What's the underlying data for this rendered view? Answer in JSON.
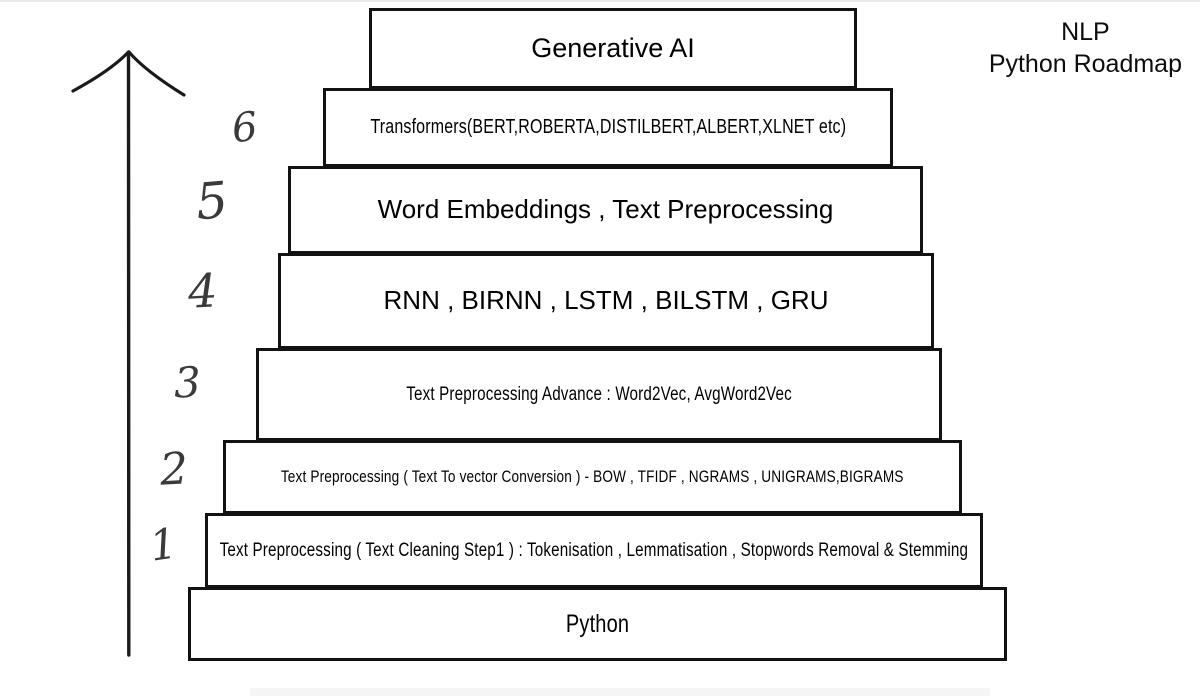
{
  "heading": {
    "line1": "NLP",
    "line2": "Python Roadmap"
  },
  "colors": {
    "background": "#ffffff",
    "box_border": "#121212",
    "box_fill": "#ffffff",
    "text": "#000000",
    "handwriting": "#3a3a3a",
    "arrow": "#1a1a1a"
  },
  "arrow": {
    "name": "upward-progression-arrow",
    "direction": "up"
  },
  "levels": [
    {
      "number": "1"
    },
    {
      "number": "2"
    },
    {
      "number": "3"
    },
    {
      "number": "4"
    },
    {
      "number": "5"
    },
    {
      "number": "6"
    }
  ],
  "pyramid": {
    "layers": [
      {
        "id": "gen-ai",
        "level": 7,
        "label": "Generative AI"
      },
      {
        "id": "transformers",
        "level": 6,
        "label": "Transformers(BERT,ROBERTA,DISTILBERT,ALBERT,XLNET etc)"
      },
      {
        "id": "embeddings",
        "level": 5,
        "label": "Word Embeddings , Text Preprocessing"
      },
      {
        "id": "rnn",
        "level": 4,
        "label": "RNN , BIRNN , LSTM , BILSTM , GRU"
      },
      {
        "id": "advance",
        "level": 3,
        "label": "Text Preprocessing Advance : Word2Vec, AvgWord2Vec"
      },
      {
        "id": "vectorize",
        "level": 2,
        "label": "Text Preprocessing ( Text To vector Conversion ) - BOW , TFIDF , NGRAMS , UNIGRAMS,BIGRAMS"
      },
      {
        "id": "cleaning",
        "level": 1,
        "label": "Text Preprocessing ( Text Cleaning Step1 ) : Tokenisation , Lemmatisation , Stopwords Removal & Stemming"
      },
      {
        "id": "python",
        "level": 0,
        "label": "Python"
      }
    ]
  }
}
